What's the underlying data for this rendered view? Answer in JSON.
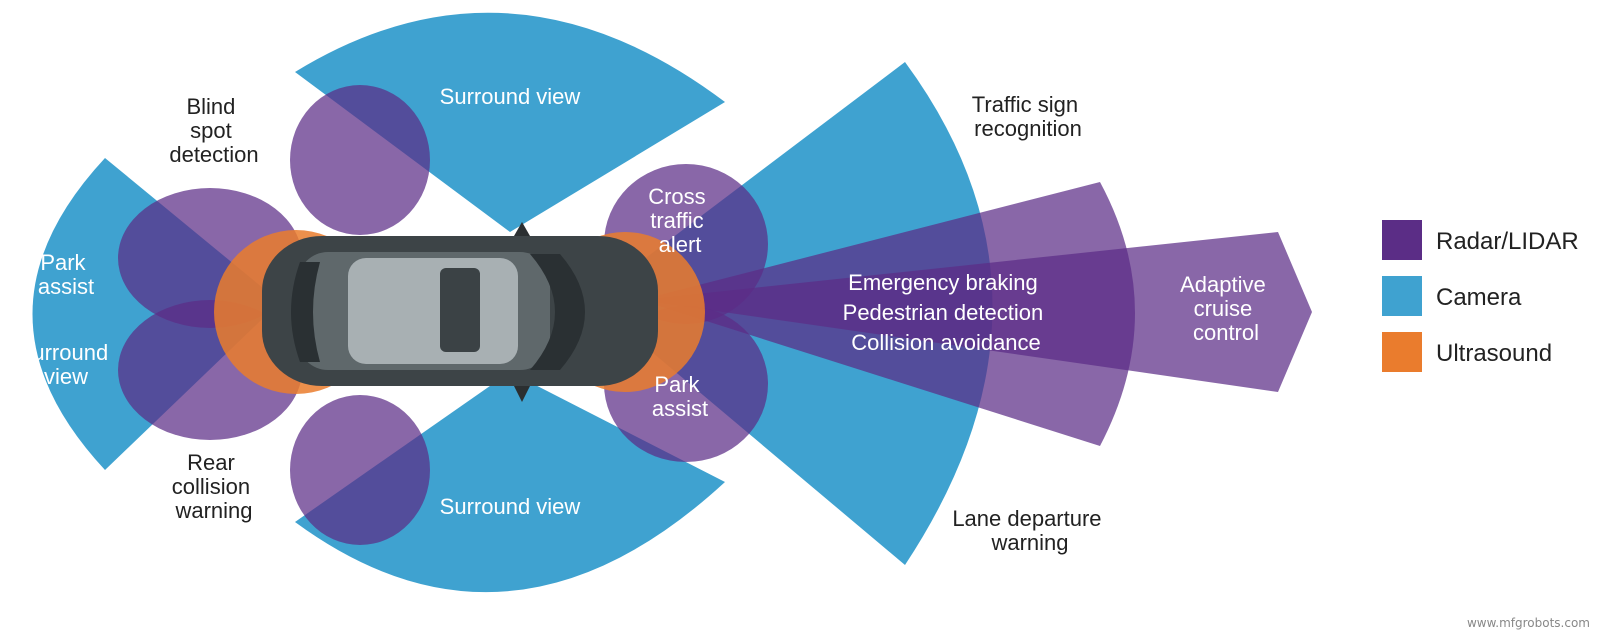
{
  "colors": {
    "radar": "#5b2d86",
    "camera": "#3fa2d0",
    "ultrasound": "#ea7c2d",
    "car_body": "#3d4447"
  },
  "legend": [
    {
      "label": "Radar/LIDAR",
      "color": "#5b2d86"
    },
    {
      "label": "Camera",
      "color": "#3fa2d0"
    },
    {
      "label": "Ultrasound",
      "color": "#ea7c2d"
    }
  ],
  "labels": {
    "surround_view_top": "Surround view",
    "surround_view_bottom": "Surround view",
    "surround_view_rear": [
      "Surround",
      "view"
    ],
    "park_assist_rear": [
      "Park",
      "assist"
    ],
    "blind_spot": [
      "Blind",
      "spot",
      "detection"
    ],
    "rear_collision": [
      "Rear",
      "collision",
      "warning"
    ],
    "cross_traffic": [
      "Cross",
      "traffic",
      "alert"
    ],
    "park_assist_front": [
      "Park",
      "assist"
    ],
    "traffic_sign": [
      "Traffic sign",
      "recognition"
    ],
    "lane_departure": [
      "Lane departure",
      "warning"
    ],
    "front_center": [
      "Emergency braking",
      "Pedestrian detection",
      "Collision avoidance"
    ],
    "adaptive_cruise": [
      "Adaptive",
      "cruise",
      "control"
    ]
  },
  "watermark": "www.mfgrobots.com"
}
